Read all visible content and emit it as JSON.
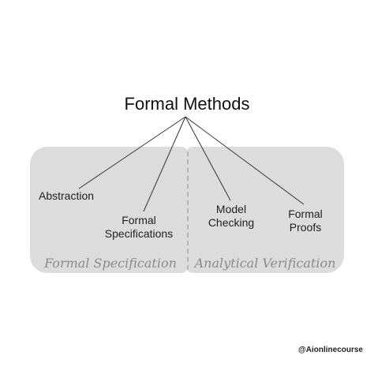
{
  "title": "Formal Methods",
  "nodes": {
    "abstraction": "Abstraction",
    "formal_specifications": [
      "Formal",
      "Specifications"
    ],
    "model_checking": [
      "Model",
      "Checking"
    ],
    "formal_proofs": [
      "Formal",
      "Proofs"
    ]
  },
  "groups": {
    "left": "Formal Specification",
    "right": "Analytical Verification"
  },
  "watermark": "@Aionlinecourse",
  "colors": {
    "panel": "#dcdcdc",
    "line": "#333333",
    "group_label": "#8a8a8a"
  }
}
